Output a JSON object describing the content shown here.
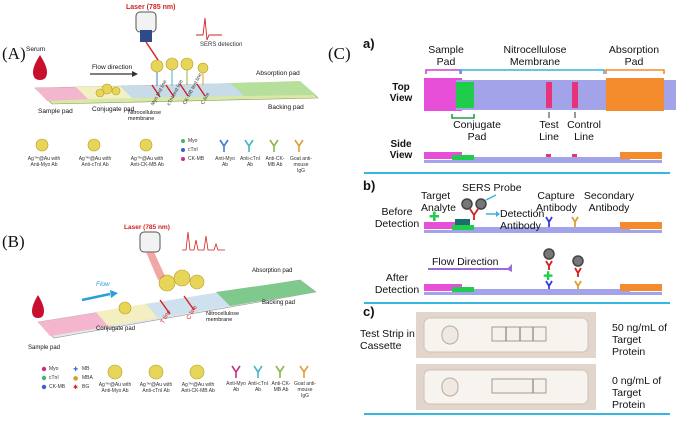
{
  "panel_labels": {
    "a": "(A)",
    "b": "(B)",
    "c": "(C)"
  },
  "panelA": {
    "laser": "Laser (785 nm)",
    "sers": "SERS detection",
    "serum": "Serum",
    "flow": "Flow direction",
    "sample_pad": "Sample pad",
    "conjugate_pad": "Conjugate pad",
    "membrane": "Nitrocellulose membrane",
    "absorption_pad": "Absorption pad",
    "backing_pad": "Backing pad",
    "test_lines": [
      "Myo test line",
      "cTnI test line",
      "CK-MB test line",
      "C line"
    ],
    "legend_particles": [
      "Ag™@Au with Anti-Myo Ab",
      "Ag™@Au with Anti-cTnI Ab",
      "Ag™@Au with Anti-CK-MB Ab"
    ],
    "legend_dots": [
      "Myo",
      "cTnI",
      "CK-MB"
    ],
    "legend_antibodies": [
      "Anti-Myo Ab",
      "Anti-cTnI Ab",
      "Anti-CK-MB Ab",
      "Goat anti-mouse IgG"
    ]
  },
  "panelB": {
    "laser": "Laser (785 nm)",
    "flow": "Flow",
    "sample_pad": "Sample pad",
    "conjugate_pad": "Conjugate pad",
    "membrane": "Nitrocellulose membrane",
    "absorption_pad": "Absorption pad",
    "backing_pad": "Backing pad",
    "t_line": "T line",
    "c_line": "C line",
    "legend_targets": [
      "Myo",
      "cTnI",
      "CK-MB"
    ],
    "legend_markers": [
      "MB",
      "MBA",
      "BG"
    ],
    "legend_particles": [
      "Ag™@Au with Anti-Myo Ab",
      "Ag™@Au with Anti-cTnI Ab",
      "Ag™@Au with Anti-CK-MB Ab"
    ],
    "legend_antibodies": [
      "Anti-Myo Ab",
      "Anti-cTnI Ab",
      "Anti-CK-MB Ab",
      "Goat anti-mouse IgG"
    ]
  },
  "panelC": {
    "a_label": "a)",
    "b_label": "b)",
    "c_label": "c)",
    "sample_pad": "Sample Pad",
    "membrane": "Nitrocellulose Membrane",
    "absorption_pad": "Absorption Pad",
    "top_view": "Top View",
    "conjugate_pad": "Conjugate Pad",
    "test_line": "Test Line",
    "control_line": "Control Line",
    "side_view": "Side View",
    "target_analyte": "Target Analyte",
    "sers_probe": "SERS Probe",
    "capture_antibody": "Capture Antibody",
    "secondary_antibody": "Secondary Antibody",
    "before_detection": "Before Detection",
    "detection_antibody": "Detection Antibody",
    "flow_direction": "Flow Direction",
    "after_detection": "After Detection",
    "test_strip": "Test Strip in Cassette",
    "conc_high": "50 ng/mL of Target Protein",
    "conc_low": "0 ng/mL of Target Protein"
  }
}
